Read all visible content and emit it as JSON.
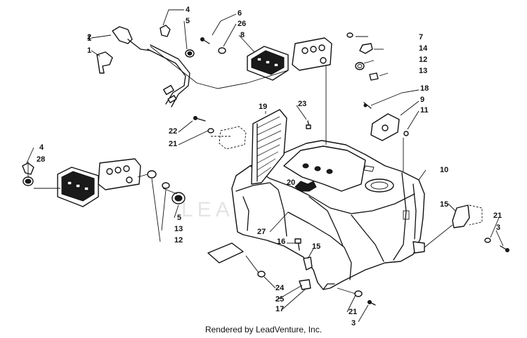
{
  "diagram": {
    "watermark": "LEADVENTURE",
    "credit": "Rendered by LeadVenture, Inc.",
    "callouts": {
      "c1": "1",
      "c2": "2",
      "c4a": "4",
      "c5a": "5",
      "c6": "6",
      "c26": "26",
      "c8": "8",
      "c7": "7",
      "c14": "14",
      "c12a": "12",
      "c13a": "13",
      "c18": "18",
      "c9": "9",
      "c11": "11",
      "c19": "19",
      "c23": "23",
      "c22": "22",
      "c21a": "21",
      "c4b": "4",
      "c28": "28",
      "c10": "10",
      "c20": "20",
      "c5b": "5",
      "c13b": "13",
      "c12b": "12",
      "c27": "27",
      "c15a": "15",
      "c21b": "21",
      "c3a": "3",
      "c16": "16",
      "c15b": "15",
      "c24": "24",
      "c25": "25",
      "c17": "17",
      "c21c": "21",
      "c3b": "3"
    }
  }
}
